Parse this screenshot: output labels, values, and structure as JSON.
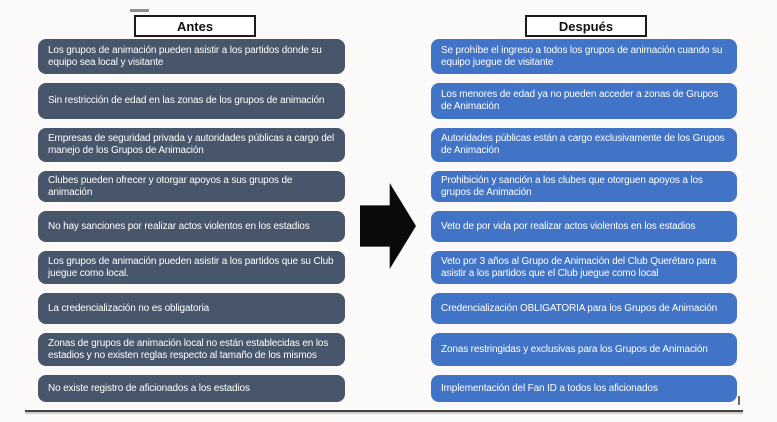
{
  "title": "Antes / Después comparison of rules for grupos de animación",
  "headers": {
    "before": "Antes",
    "after": "Después"
  },
  "colors": {
    "before_box": "#47566b",
    "after_box": "#4173c6",
    "box_text": "#ffffff",
    "arrow": "#0a0a0a",
    "page_bg": "#fbfaf9"
  },
  "icons": {
    "arrow": "right-arrow-icon"
  },
  "rows": [
    {
      "before": "Los grupos de animación pueden asistir a los partidos donde su equipo sea local y visitante",
      "after": "Se prohíbe el ingreso a todos los grupos de animación cuando su equipo juegue de visitante"
    },
    {
      "before": "Sin restricción de edad en las zonas de los grupos de animación",
      "after": "Los menores de edad ya no pueden acceder a zonas de Grupos de Animación"
    },
    {
      "before": "Empresas de seguridad privada y autoridades públicas a cargo del manejo de los Grupos de Animación",
      "after": "Autoridades públicas están a cargo exclusivamente de los Grupos de Animación"
    },
    {
      "before": "Clubes pueden ofrecer y otorgar apoyos a sus grupos de animación",
      "after": "Prohibición y sanción a los clubes que otorguen apoyos a los grupos de Animación"
    },
    {
      "before": "No hay sanciones por realizar actos violentos en los estadios",
      "after": "Veto de por vida por realizar actos violentos en los estadios"
    },
    {
      "before": "Los grupos de animación pueden asistir a los partidos que su Club juegue como local.",
      "after": "Veto por 3 años al Grupo de Animación del Club Querétaro para asistir a los partidos que el Club juegue como local"
    },
    {
      "before": "La credencialización no es obligatoria",
      "after": "Credencialización OBLIGATORIA para los Grupos de Animación"
    },
    {
      "before": "Zonas de grupos de animación local no están establecidas en los estadios y no existen reglas respecto al tamaño de los mismos",
      "after": "Zonas restringidas y exclusivas para los Grupos de Animación"
    },
    {
      "before": "No existe registro de aficionados a los estadios",
      "after": "Implementación del Fan ID a todos los aficionados"
    }
  ]
}
